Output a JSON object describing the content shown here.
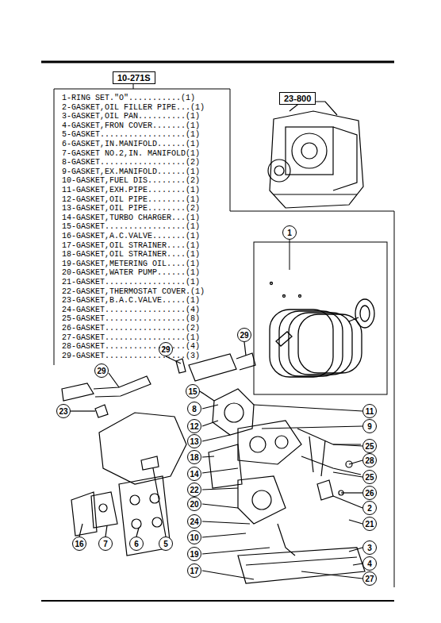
{
  "diagram": {
    "nodes": [
      {
        "text": [
          "10-271S"
        ]
      },
      {
        "text": [
          "23-800"
        ]
      },
      {
        "text": [
          "1"
        ]
      },
      {
        "text": [
          "29"
        ]
      },
      {
        "text": [
          "29"
        ]
      },
      {
        "text": [
          "29"
        ]
      },
      {
        "text": [
          "15"
        ]
      },
      {
        "text": [
          "8"
        ]
      },
      {
        "text": [
          "11"
        ]
      },
      {
        "text": [
          "23"
        ]
      },
      {
        "text": [
          "12"
        ]
      },
      {
        "text": [
          "9"
        ]
      },
      {
        "text": [
          "13"
        ]
      },
      {
        "text": [
          "25"
        ]
      },
      {
        "text": [
          "18"
        ]
      },
      {
        "text": [
          "28"
        ]
      },
      {
        "text": [
          "14"
        ]
      },
      {
        "text": [
          "25"
        ]
      },
      {
        "text": [
          "22"
        ]
      },
      {
        "text": [
          "26"
        ]
      },
      {
        "text": [
          "20"
        ]
      },
      {
        "text": [
          "2"
        ]
      },
      {
        "text": [
          "24"
        ]
      },
      {
        "text": [
          "21"
        ]
      },
      {
        "text": [
          "10"
        ]
      },
      {
        "text": [
          "3"
        ]
      },
      {
        "text": [
          "16"
        ]
      },
      {
        "text": [
          "7"
        ]
      },
      {
        "text": [
          "6"
        ]
      },
      {
        "text": [
          "5"
        ]
      },
      {
        "text": [
          "19"
        ]
      },
      {
        "text": [
          "4"
        ]
      },
      {
        "text": [
          "17"
        ]
      },
      {
        "text": [
          "27"
        ]
      }
    ],
    "labels": [
      "1-RING SET.\"O\"...........(1)",
      "2-GASKET,OIL FILLER PIPE...(1)",
      "3-GASKET,OIL PAN..........(1)",
      "4-GASKET,FRON COVER.......(1)",
      "5-GASKET..................(1)",
      "6-GASKET,IN.MANIFOLD......(1)",
      "7-GASKET NO.2,IN. MANIFOLD(1)",
      "8-GASKET..................(2)",
      "9-GASKET,EX.MANIFOLD......(1)",
      "10-GASKET,FUEL DIS........(2)",
      "11-GASKET,EXH.PIPE........(1)",
      "12-GASKET,OIL PIPE........(1)",
      "13-GASKET,OIL PIPE........(2)",
      "14-GASKET,TURBO CHARGER...(1)",
      "15-GASKET.................(1)",
      "16-GASKET,A.C.VALVE.......(1)",
      "17-GASKET,OIL STRAINER....(1)",
      "18-GASKET,OIL STRAINER....(1)",
      "19-GASKET,METERING OIL....(1)",
      "20-GASKET,WATER PUMP......(1)",
      "21-GASKET.................(1)",
      "22-GASKET,THERMOSTAT COVER.(1)",
      "23-GASKET,B.A.C.VALVE.....(1)",
      "24-GASKET.................(4)",
      "25-GASKET.................(8)",
      "26-GASKET.................(2)",
      "27-GASKET.................(1)",
      "28-GASKET.................(4)",
      "29-GASKET.................(3)"
    ]
  }
}
